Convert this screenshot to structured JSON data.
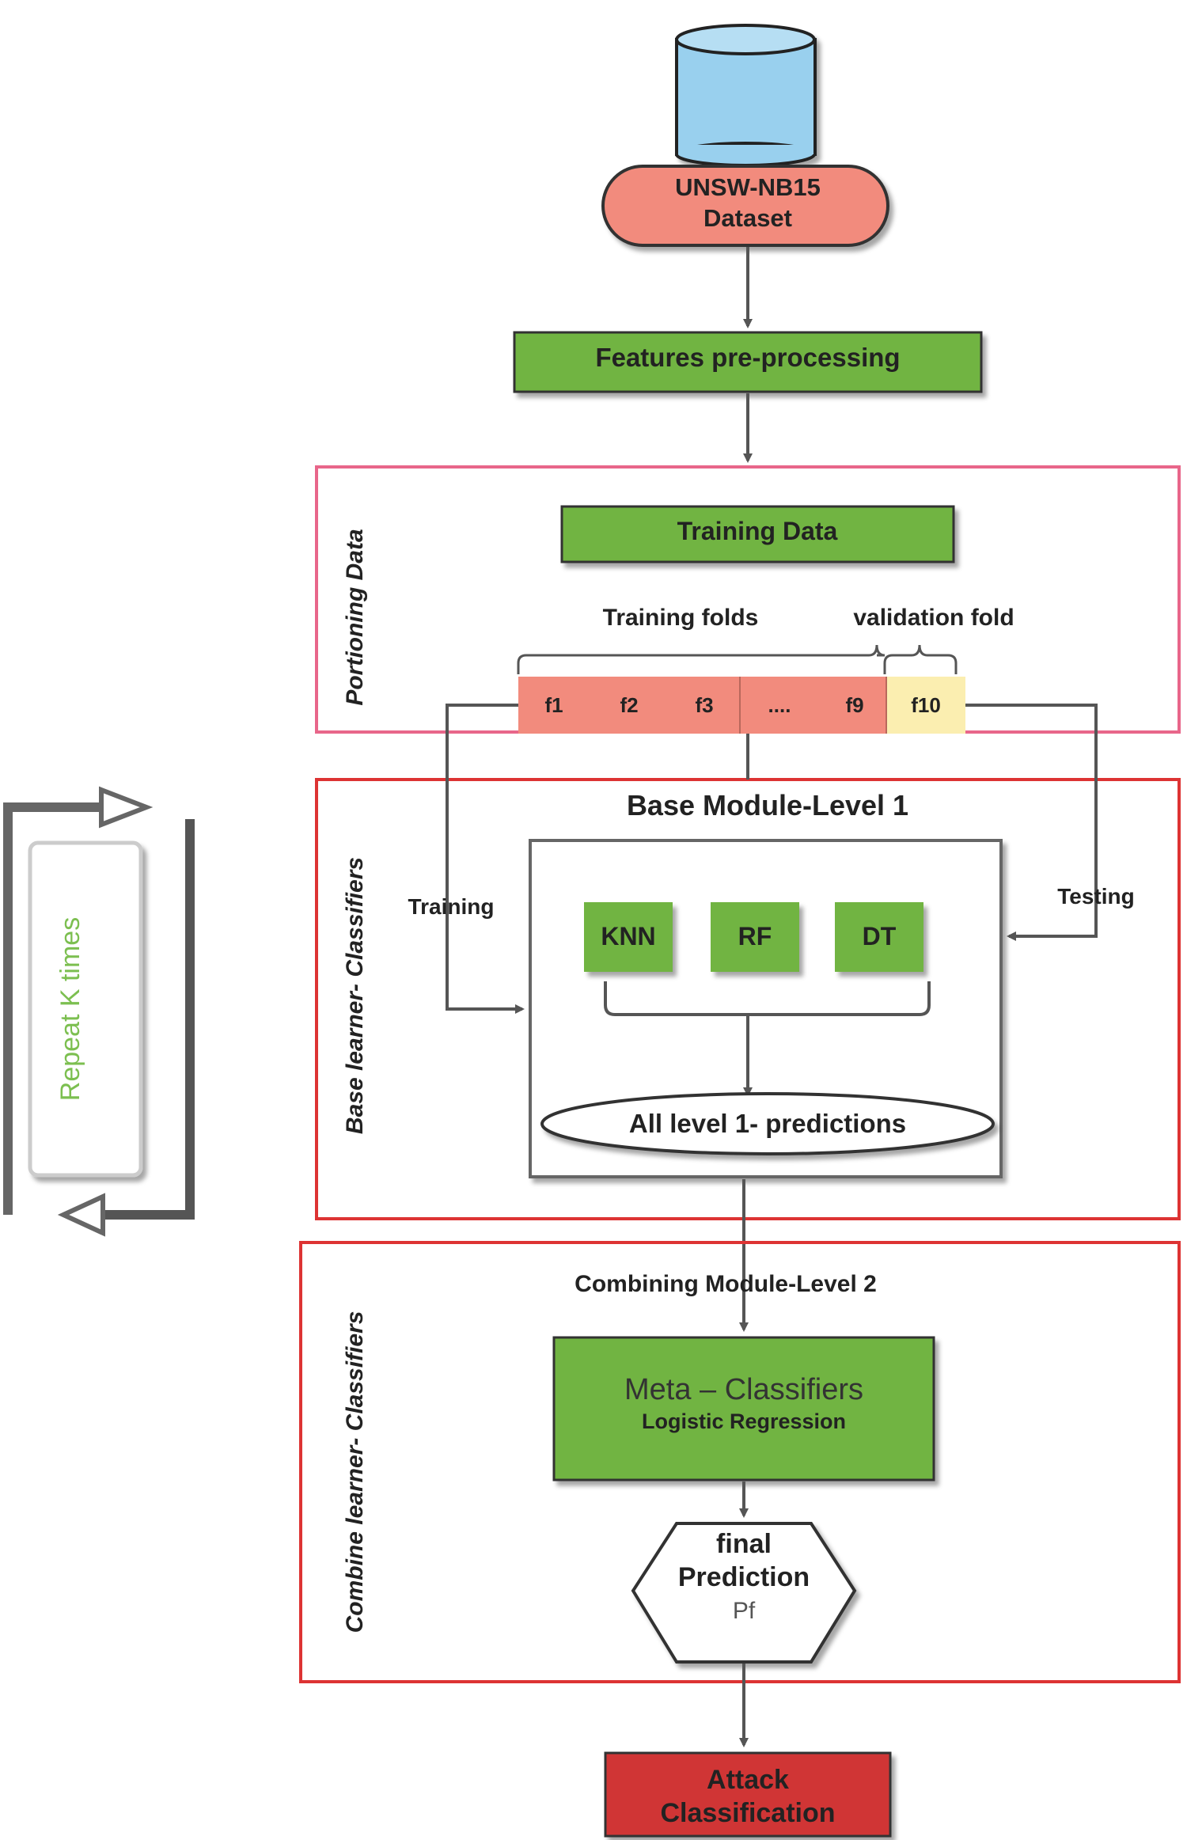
{
  "dataset": {
    "line1": "UNSW-NB15",
    "line2": "Dataset"
  },
  "preprocessing": "Features pre-processing",
  "partition": {
    "side_label": "Portioning Data",
    "training_data": "Training Data",
    "training_folds_label": "Training folds",
    "validation_fold_label": "validation fold",
    "folds": [
      "f1",
      "f2",
      "f3",
      "....",
      "f9",
      "f10"
    ]
  },
  "base_module": {
    "side_label": "Base learner- Classifiers",
    "title": "Base Module-Level 1",
    "training_label": "Training",
    "testing_label": "Testing",
    "classifiers": [
      "KNN",
      "RF",
      "DT"
    ],
    "predictions": "All level 1- predictions"
  },
  "repeat_label": "Repeat K times",
  "combining_module": {
    "side_label": "Combine learner- Classifiers",
    "title": "Combining Module-Level 2",
    "meta_title": "Meta – Classifiers",
    "meta_subtitle": "Logistic Regression",
    "final_line1": "final",
    "final_line2": "Prediction",
    "final_line3": "Pf"
  },
  "output": {
    "line1": "Attack",
    "line2": "Classification"
  },
  "colors": {
    "green": "#71b443",
    "salmon": "#f28b7d",
    "cylinder": "#99d0ee",
    "validation": "#fbeeb0",
    "attack": "#d03535",
    "frame_pink": "#e8668a",
    "frame_red": "#dd3333",
    "arrow": "#555555"
  }
}
